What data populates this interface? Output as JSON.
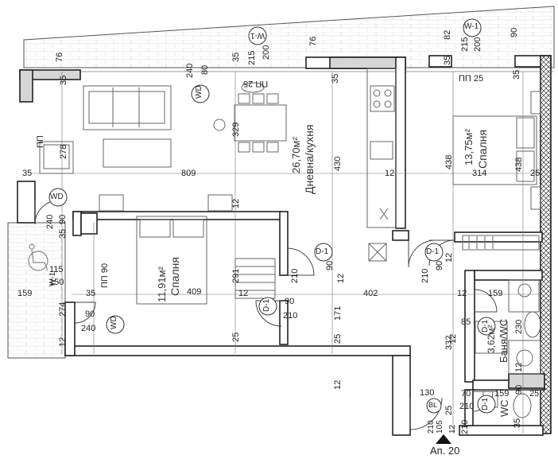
{
  "rooms": {
    "living": {
      "name": "Дневна/кухня",
      "area": "26,70м²"
    },
    "bedroom_right": {
      "name": "Спалня",
      "area": "13,75м²"
    },
    "bedroom_left": {
      "name": "Спалня",
      "area": "11,91м²"
    },
    "bath": {
      "name": "Баня/WC",
      "area": "3,62м²"
    },
    "wc": {
      "name": "WC"
    }
  },
  "tags": {
    "w1_top": "W-1",
    "w1_right": "W-1",
    "w1_left": "W-1",
    "wd_top": "WD",
    "wd_left": "WD",
    "wd_bottom": "WD",
    "d1_kitchen": "D-1",
    "d1_bedroom": "D-1",
    "d1_hall": "D-1",
    "d1_bath": "D-1",
    "d1_wc": "D-1",
    "bl": "BL",
    "pp25_a": "ПП 25",
    "pp25_b": "ПП 25",
    "pp90": "ПП 90",
    "pp_side": "ПП"
  },
  "apartment": "Ап. 20",
  "dims": {
    "t76a": "76",
    "t35a": "35",
    "t215a": "215",
    "t200a": "200",
    "t76b": "76",
    "t82": "82",
    "t35b": "35",
    "t215b": "215",
    "t200b": "200",
    "t90top": "90",
    "t240": "240",
    "t80": "80",
    "t35c": "35",
    "t35d": "35",
    "t35e": "35",
    "t329": "329",
    "t278": "278",
    "t430": "430",
    "t438a": "438",
    "t438b": "438",
    "t35f": "35",
    "t809": "809",
    "t12a": "12",
    "t314": "314",
    "t25a": "25",
    "t12b": "12",
    "t240b": "240",
    "t35g": "35",
    "t90a": "90",
    "t115": "115",
    "t150": "150",
    "t409": "409",
    "t291": "291",
    "t210a": "210",
    "t90b": "90",
    "t12c": "12",
    "t210b": "210",
    "t90c": "90",
    "t12d": "12",
    "t402": "402",
    "t12e": "12",
    "t12f": "12",
    "t159a": "159",
    "t35h": "35",
    "t274": "274",
    "t90d": "90",
    "t240c": "240",
    "t12g": "12",
    "t90e": "90",
    "t210c": "210",
    "t171": "171",
    "t25b": "25",
    "t25c": "25",
    "t12h": "12",
    "t85": "85",
    "t230": "230",
    "t332": "332",
    "t12i": "12",
    "t130": "130",
    "t70": "70",
    "t159b": "159",
    "t90f": "90",
    "t25d": "25",
    "t12j": "12",
    "t210d": "210",
    "t25e": "25",
    "t210e": "210",
    "t105": "105",
    "t12k": "12",
    "t35i": "35",
    "t159c": "159",
    "t210f": "210"
  }
}
